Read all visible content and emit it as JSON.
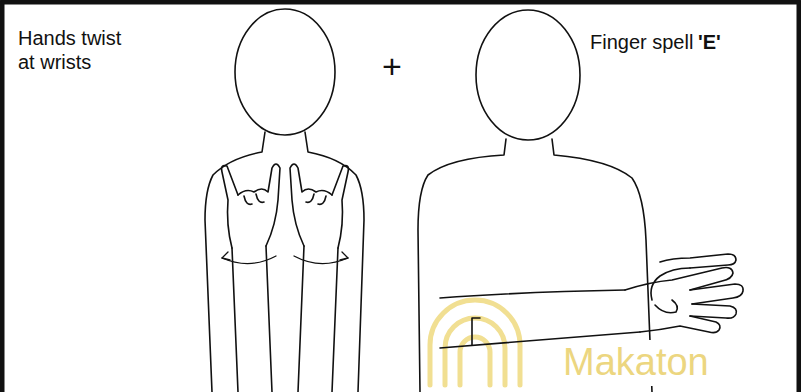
{
  "diagram": {
    "labels": [
      "Hands twist at wrists",
      "+",
      "Finger spell",
      "'E'",
      "Makaton"
    ]
  }
}
